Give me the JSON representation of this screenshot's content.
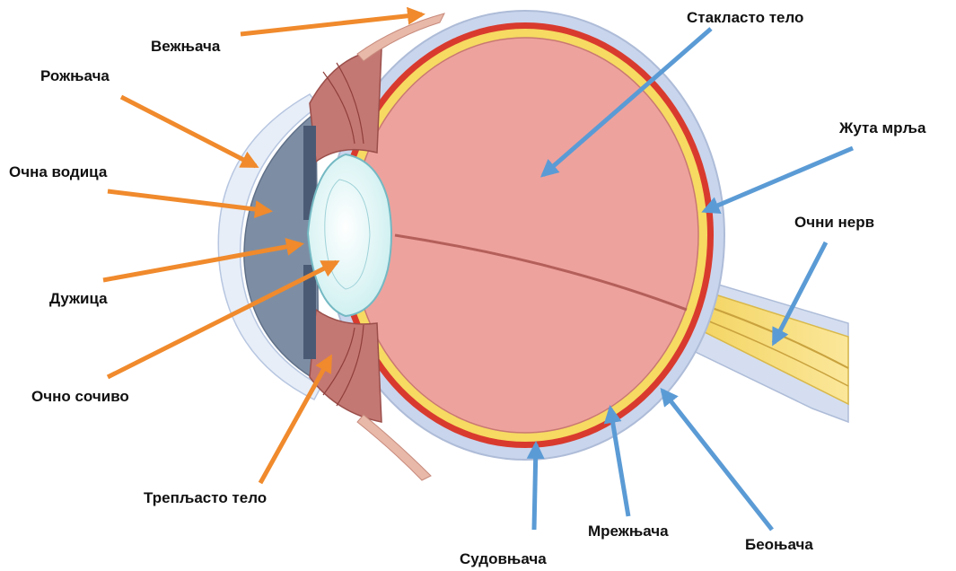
{
  "labels": {
    "vezhnjacha": "Вежњача",
    "roznjacha": "Рожњача",
    "ochna_vodica": "Очна водица",
    "duzica": "Дужица",
    "ochno_sochivo": "Очно сочиво",
    "trepljasto_telo": "Трепљасто тело",
    "staklasto_telo": "Стакласто тело",
    "zhuta_mrlja": "Жута мрља",
    "ochni_nerv": "Очни нерв",
    "sudovnjacha": "Судовњача",
    "mreznjacha": "Мрежњача",
    "beonjacha": "Беоњача"
  },
  "colors": {
    "front_arrows": "#f08a2c",
    "back_arrows": "#5b9bd5",
    "sclera": "#c9d5ec",
    "choroid": "#d93a2e",
    "retina": "#f6da62",
    "vitreous": "#eea29d",
    "iris": "#7d8ea4",
    "lens": "#dff6f6",
    "ciliary": "#c47873",
    "optic_nerve": "#f8dc78"
  }
}
